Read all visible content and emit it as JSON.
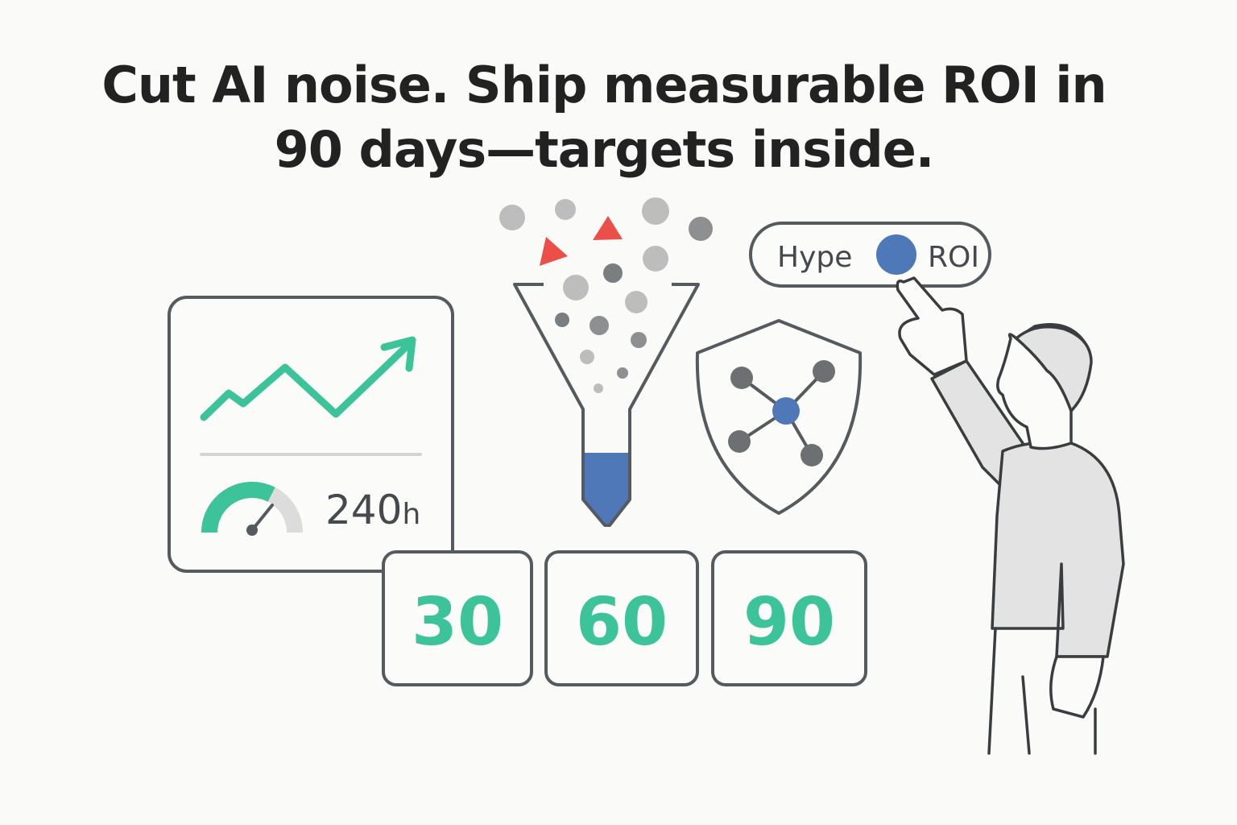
{
  "headline": {
    "line1": "Cut AI noise. Ship measurable ROI in",
    "line2": "90 days—targets inside."
  },
  "dashboard_card": {
    "metric_value": "240",
    "metric_unit": "h",
    "gauge_fill_percent": 65
  },
  "toggle": {
    "left_label": "Hype",
    "right_label": "ROI",
    "selected": "ROI"
  },
  "milestones": [
    "30",
    "60",
    "90"
  ],
  "colors": {
    "accent_green": "#3cc39a",
    "accent_blue": "#4f78b8",
    "alert_red": "#ec4f48",
    "stroke_gray": "#555a5e",
    "background": "#fafaf8"
  },
  "icons": [
    "trend-up-arrow-icon",
    "gauge-icon",
    "funnel-icon",
    "shield-network-icon",
    "toggle-switch",
    "pointing-person"
  ]
}
